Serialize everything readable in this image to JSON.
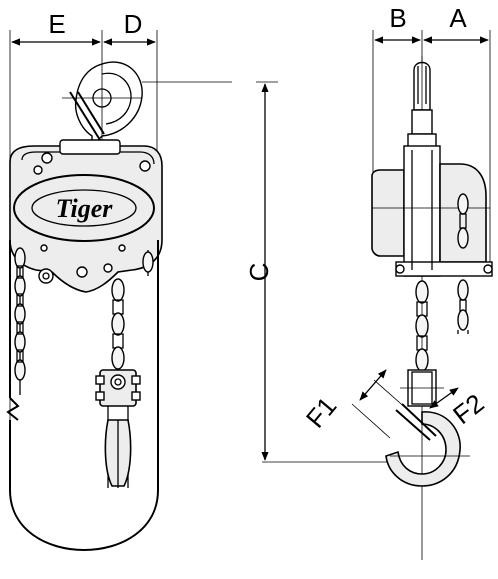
{
  "diagram": {
    "dimension_labels": {
      "e": "E",
      "d": "D",
      "b": "B",
      "a": "A",
      "c": "C",
      "f1": "F1",
      "f2": "F2"
    },
    "logo": {
      "text": "Tiger"
    }
  }
}
